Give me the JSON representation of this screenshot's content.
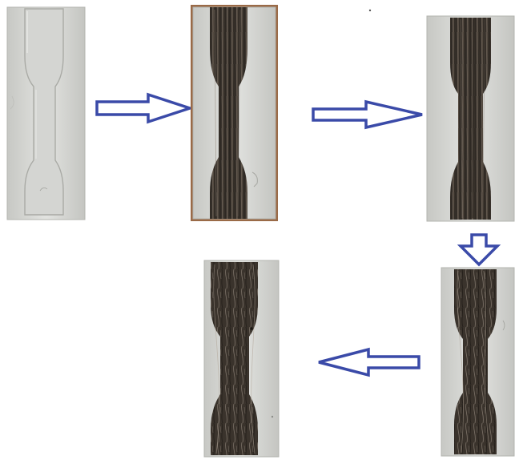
{
  "figure": {
    "caption_text": "",
    "colors": {
      "background": "#ffffff",
      "arrow_stroke": "#3a4aa8",
      "arrow_fill": "#ffffff",
      "mold_light": "#dadbd8",
      "mold_shade": "#c9cac6",
      "mold_edge": "#b3b4af",
      "composite_dark": "#3c3630",
      "composite_mid": "#5a5046",
      "wood_backing": "#9a6a47"
    },
    "steps": [
      {
        "order": 1,
        "state": "empty-mold",
        "icon": "empty-dogbone-mold-icon"
      },
      {
        "order": 2,
        "state": "fibers-laid-in-mold",
        "icon": "fiber-layup-icon"
      },
      {
        "order": 3,
        "state": "resin-impregnated",
        "icon": "impregnated-specimen-icon"
      },
      {
        "order": 4,
        "state": "cured-specimen",
        "icon": "cured-specimen-icon"
      },
      {
        "order": 5,
        "state": "final-specimen",
        "icon": "final-specimen-icon"
      }
    ],
    "arrows": [
      {
        "from": 1,
        "to": 2,
        "direction": "right"
      },
      {
        "from": 2,
        "to": 3,
        "direction": "right"
      },
      {
        "from": 3,
        "to": 4,
        "direction": "down"
      },
      {
        "from": 4,
        "to": 5,
        "direction": "left"
      }
    ]
  }
}
